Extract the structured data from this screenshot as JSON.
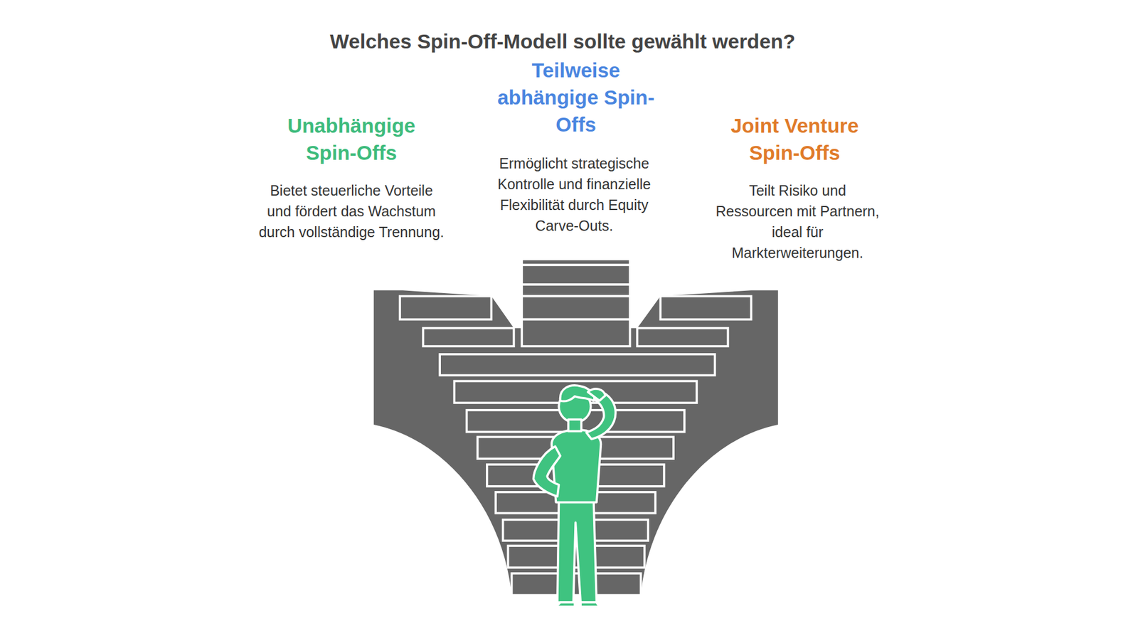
{
  "diagram": {
    "title": "Welches Spin-Off-Modell sollte gewählt werden?",
    "labels": [
      "Unabhängige Spin-Offs",
      "Bietet steuerliche Vorteile und fördert das Wachstum durch vollständige Trennung.",
      "Teilweise abhängige Spin-Offs",
      "Ermöglicht strategische Kontrolle und finanzielle Flexibilität durch Equity Carve-Outs.",
      "Joint Venture Spin-Offs",
      "Teilt Risiko und Ressourcen mit Partnern, ideal für Markterweiterungen."
    ]
  }
}
